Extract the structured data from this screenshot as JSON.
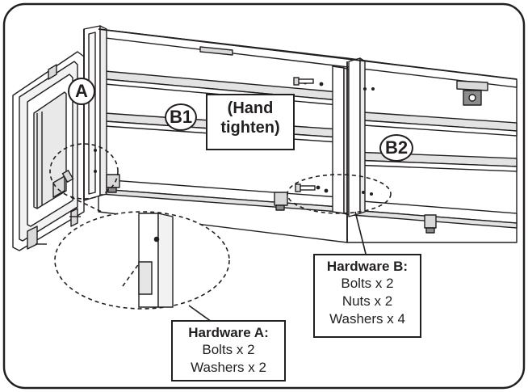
{
  "labels": {
    "part_a": "A",
    "part_b1": "B1",
    "part_b2": "B2"
  },
  "note": {
    "line1": "(Hand",
    "line2": "tighten)"
  },
  "hardware_a": {
    "title": "Hardware A:",
    "items": [
      "Bolts x 2",
      "Washers x 2"
    ]
  },
  "hardware_b": {
    "title": "Hardware B:",
    "items": [
      "Bolts x 2",
      "Nuts x 2",
      "Washers x 4"
    ]
  },
  "colors": {
    "line": "#231f20",
    "panel_fill": "#ffffff",
    "shade": "#d9d9d9",
    "dark_shade": "#8c8c8c"
  }
}
